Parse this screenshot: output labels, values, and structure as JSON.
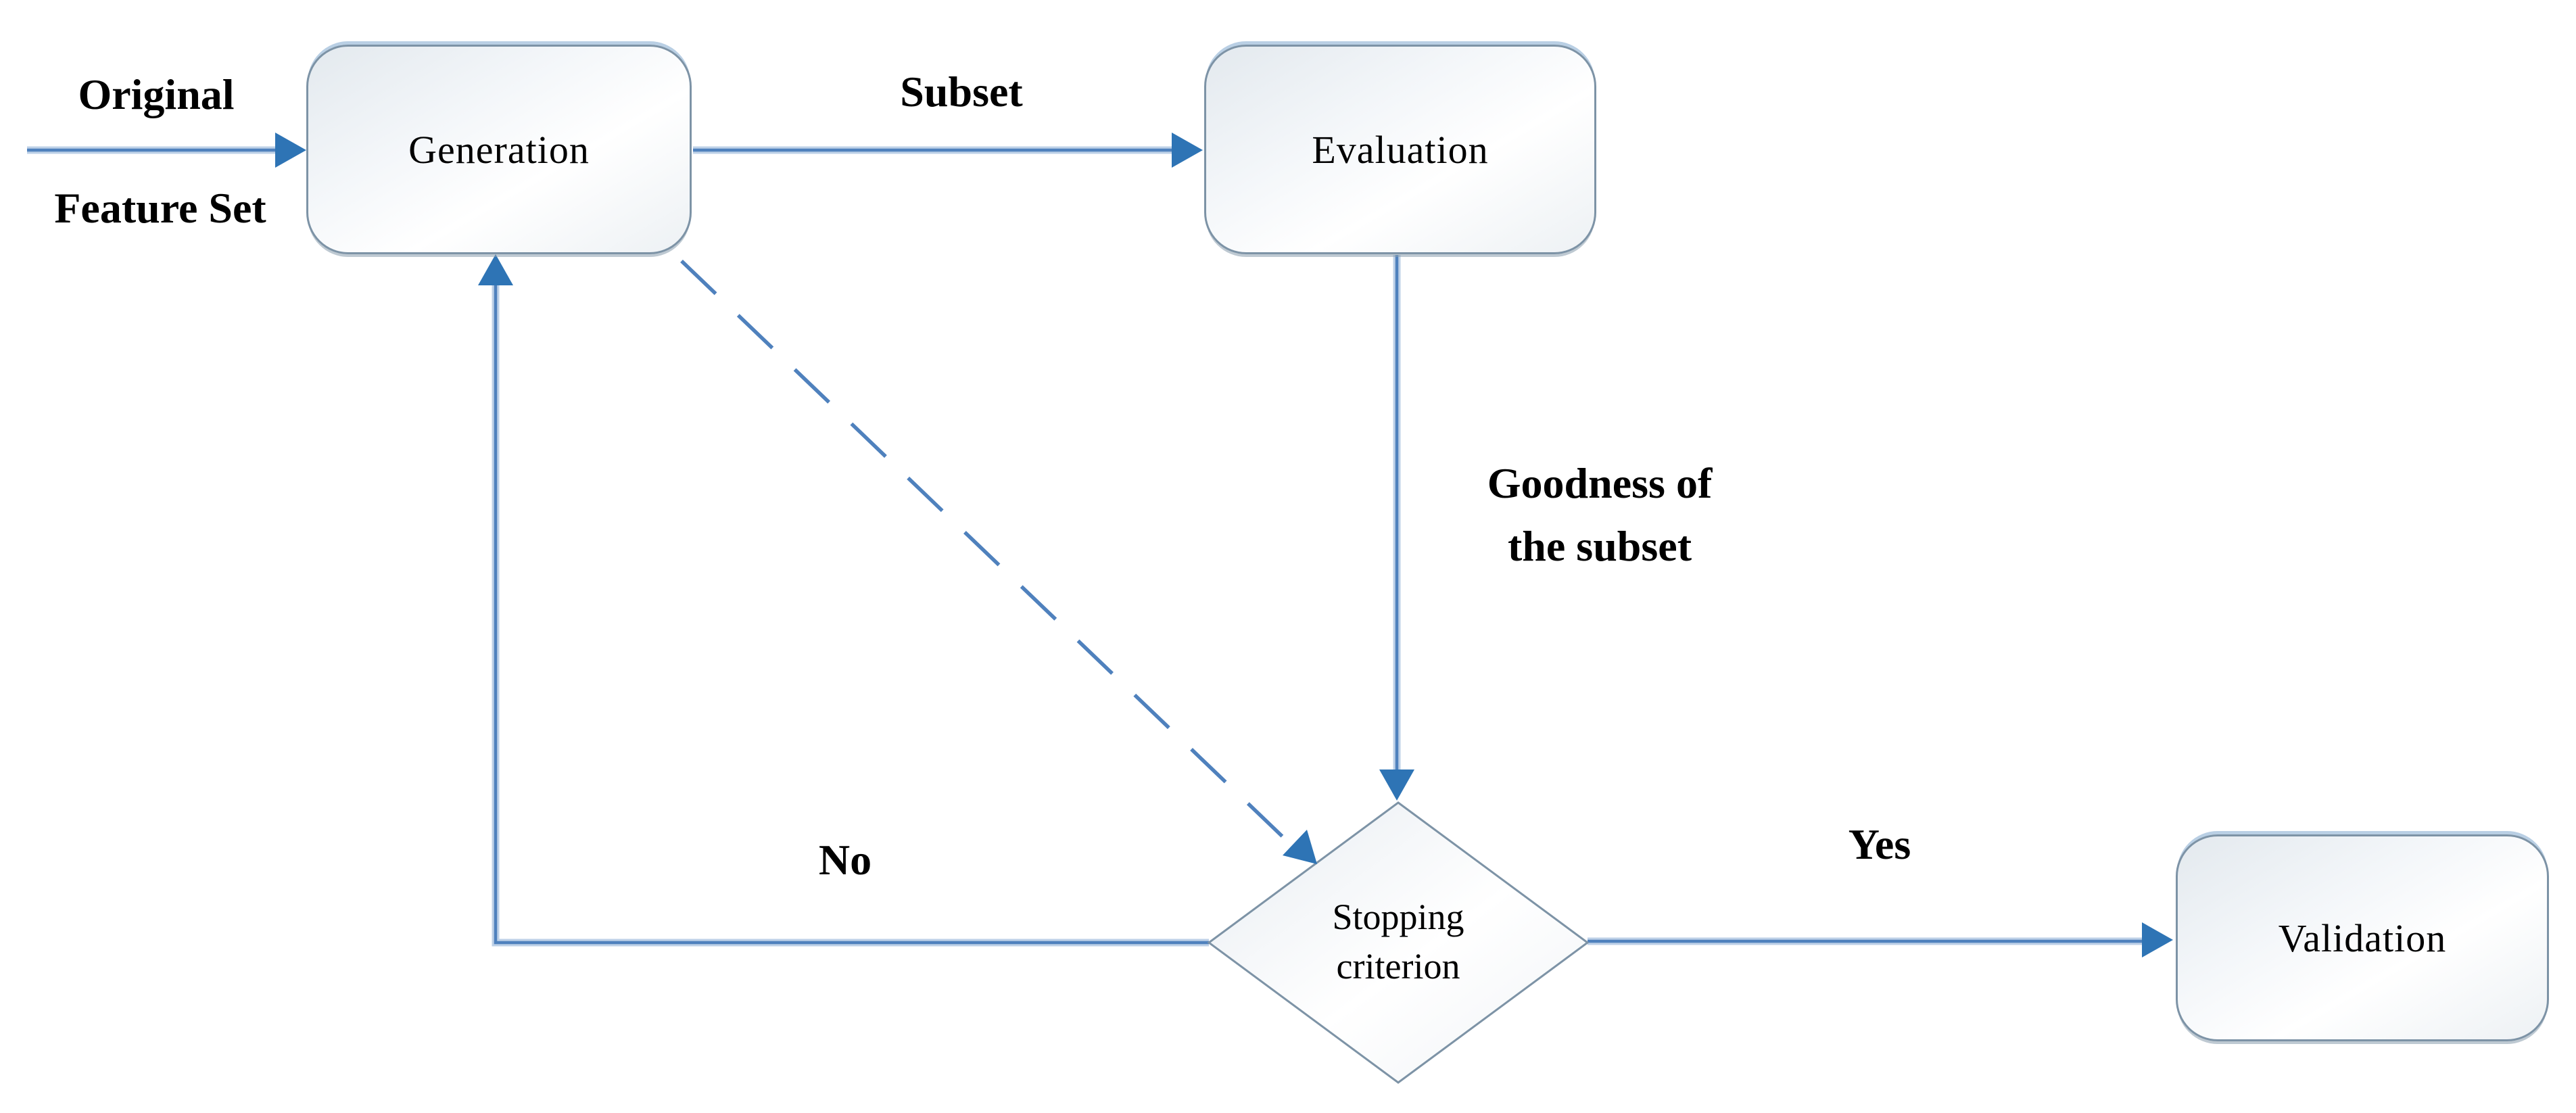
{
  "figure": {
    "type": "flowchart",
    "topic": "feature selection process"
  },
  "nodes": {
    "generation": {
      "label": "Generation",
      "shape": "rounded-rectangle"
    },
    "evaluation": {
      "label": "Evaluation",
      "shape": "rounded-rectangle"
    },
    "stopping_criterion": {
      "label_line1": "Stopping",
      "label_line2": "criterion",
      "shape": "diamond"
    },
    "validation": {
      "label": "Validation",
      "shape": "rounded-rectangle"
    }
  },
  "edge_labels": {
    "original_line1": "Original",
    "original_line2": "Feature Set",
    "subset": "Subset",
    "goodness_line1": "Goodness of",
    "goodness_line2": "the subset",
    "no": "No",
    "yes": "Yes"
  },
  "edges": [
    {
      "from": "original-feature-set",
      "to": "generation",
      "style": "solid-arrow",
      "label": "Original Feature Set"
    },
    {
      "from": "generation",
      "to": "evaluation",
      "style": "solid-arrow",
      "label": "Subset"
    },
    {
      "from": "evaluation",
      "to": "stopping_criterion",
      "style": "solid-arrow",
      "label": "Goodness of the subset"
    },
    {
      "from": "generation",
      "to": "stopping_criterion",
      "style": "dashed-arrow",
      "label": ""
    },
    {
      "from": "stopping_criterion",
      "to": "generation",
      "style": "solid-arrow-elbow",
      "label": "No"
    },
    {
      "from": "stopping_criterion",
      "to": "validation",
      "style": "solid-arrow",
      "label": "Yes"
    }
  ],
  "colors": {
    "line_core": "#4f81bd",
    "line_halo": "#bdd0e7",
    "arrowhead": "#2e74b5",
    "dashed_line": "#4f81bd",
    "node_border": "#7d93a6",
    "node_fill_light": "#ffffff",
    "node_fill_dark": "#e3e9ee",
    "node_top_highlight": "#b9cfe4",
    "text": "#000000",
    "background": "#ffffff"
  }
}
